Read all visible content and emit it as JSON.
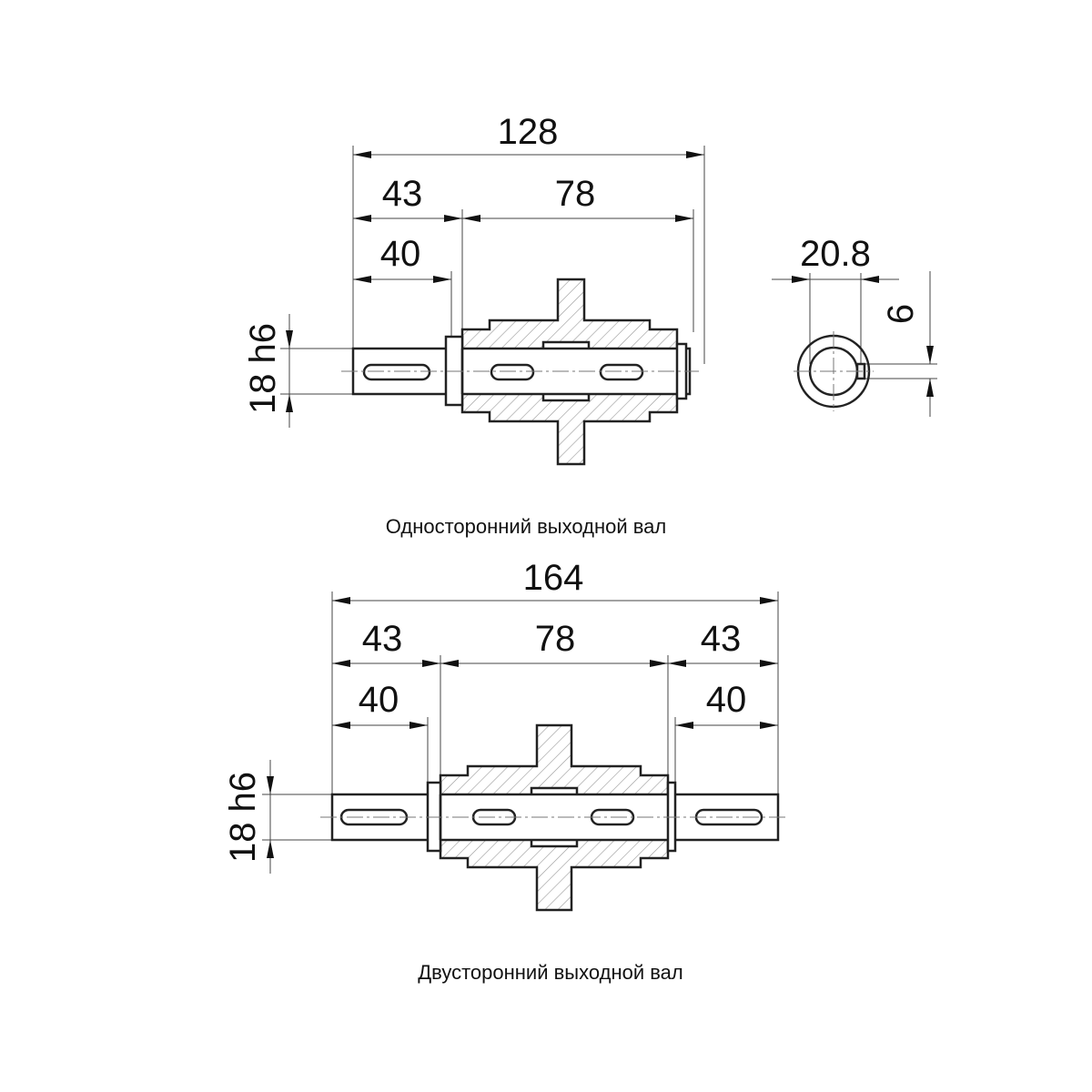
{
  "single_shaft": {
    "caption": "Односторонний выходной вал",
    "dim_total": "128",
    "dim_left": "43",
    "dim_middle": "78",
    "dim_key_left": "40",
    "dim_diameter": "18 h6"
  },
  "end_view": {
    "dim_key_depth": "20.8",
    "dim_key_width": "6"
  },
  "double_shaft": {
    "caption": "Двусторонний выходной вал",
    "dim_total": "164",
    "dim_left": "43",
    "dim_middle": "78",
    "dim_right": "43",
    "dim_key_left": "40",
    "dim_key_right": "40",
    "dim_diameter": "18 h6"
  }
}
